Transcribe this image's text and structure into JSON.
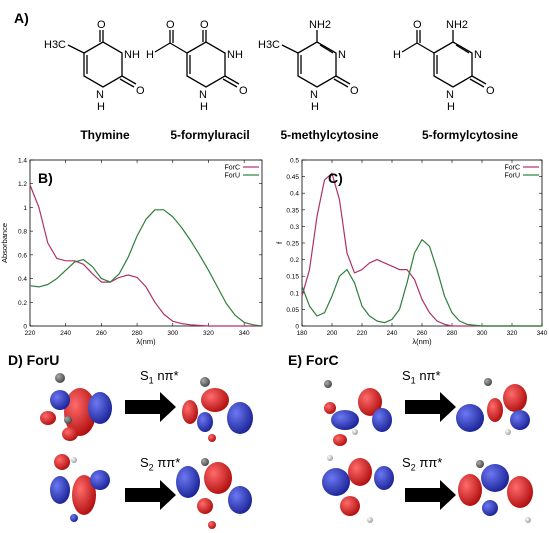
{
  "panels": {
    "A": "A)",
    "B": "B)",
    "C": "C)",
    "D": "D) ForU",
    "E": "E) ForC"
  },
  "molecules": [
    {
      "name": "Thymine"
    },
    {
      "name": "5-formyluracil"
    },
    {
      "name": "5-methylcytosine"
    },
    {
      "name": "5-formylcytosine"
    }
  ],
  "atom_labels": {
    "O": "O",
    "N": "N",
    "NH": "NH",
    "H": "H",
    "H3C": "H3C",
    "NH2": "NH2"
  },
  "orbital_labels": {
    "ForU_S1": {
      "state": "S",
      "sub": "1",
      "trans": "nπ*"
    },
    "ForU_S2": {
      "state": "S",
      "sub": "2",
      "trans": "ππ*"
    },
    "ForC_S1": {
      "state": "S",
      "sub": "1",
      "trans": "nπ*"
    },
    "ForC_S2": {
      "state": "S",
      "sub": "2",
      "trans": "ππ*"
    }
  },
  "colors": {
    "ForC": "#b0306a",
    "ForU": "#2f7f3a",
    "lobe_red": "#d31f1f",
    "lobe_blue": "#2a35c2"
  },
  "chart_data": [
    {
      "type": "line",
      "ylabel": "Absorbance",
      "xlabel": "λ(nm)",
      "xlim": [
        220,
        350
      ],
      "ylim": [
        0,
        1.4
      ],
      "xticks": [
        "220",
        "240",
        "260",
        "280",
        "300",
        "320",
        "340"
      ],
      "yticks": [
        "0",
        "0.2",
        "0.4",
        "0.6",
        "0.8",
        "1",
        "1.2",
        "1.4"
      ],
      "legend": "top-right",
      "series": [
        {
          "name": "ForC",
          "x": [
            220,
            225,
            230,
            235,
            240,
            245,
            250,
            255,
            260,
            265,
            270,
            275,
            280,
            285,
            290,
            295,
            300,
            305,
            310,
            320,
            330,
            340,
            350
          ],
          "values": [
            1.19,
            1.0,
            0.7,
            0.57,
            0.55,
            0.55,
            0.52,
            0.44,
            0.37,
            0.37,
            0.41,
            0.43,
            0.41,
            0.33,
            0.2,
            0.1,
            0.04,
            0.02,
            0.01,
            0,
            0,
            0,
            0
          ]
        },
        {
          "name": "ForU",
          "x": [
            220,
            225,
            230,
            235,
            240,
            245,
            250,
            255,
            260,
            265,
            270,
            275,
            280,
            285,
            290,
            295,
            300,
            305,
            310,
            315,
            320,
            325,
            330,
            335,
            340,
            345,
            350
          ],
          "values": [
            0.34,
            0.33,
            0.35,
            0.4,
            0.47,
            0.54,
            0.56,
            0.5,
            0.4,
            0.37,
            0.44,
            0.58,
            0.76,
            0.9,
            0.98,
            0.98,
            0.92,
            0.83,
            0.72,
            0.6,
            0.47,
            0.33,
            0.19,
            0.09,
            0.03,
            0.01,
            0.0
          ]
        }
      ]
    },
    {
      "type": "line",
      "ylabel": "f",
      "xlabel": "λ(nm)",
      "xlim": [
        180,
        340
      ],
      "ylim": [
        0,
        0.5
      ],
      "xticks": [
        "180",
        "200",
        "220",
        "240",
        "260",
        "280",
        "300",
        "320",
        "340"
      ],
      "yticks": [
        "0",
        "0.05",
        "0.1",
        "0.15",
        "0.2",
        "0.25",
        "0.3",
        "0.35",
        "0.4",
        "0.45",
        "0.5"
      ],
      "legend": "top-right",
      "series": [
        {
          "name": "ForC",
          "x": [
            180,
            185,
            190,
            195,
            200,
            205,
            210,
            215,
            220,
            225,
            230,
            235,
            240,
            245,
            250,
            255,
            260,
            265,
            270,
            275,
            280,
            290,
            300,
            320,
            340
          ],
          "values": [
            0.09,
            0.17,
            0.33,
            0.44,
            0.46,
            0.38,
            0.22,
            0.16,
            0.17,
            0.19,
            0.2,
            0.19,
            0.18,
            0.17,
            0.17,
            0.14,
            0.08,
            0.04,
            0.015,
            0.005,
            0,
            0,
            0,
            0,
            0
          ]
        },
        {
          "name": "ForU",
          "x": [
            180,
            185,
            190,
            195,
            200,
            205,
            210,
            215,
            220,
            225,
            230,
            235,
            240,
            245,
            250,
            255,
            260,
            265,
            270,
            275,
            280,
            285,
            290,
            300,
            320,
            340
          ],
          "values": [
            0.12,
            0.06,
            0.03,
            0.04,
            0.09,
            0.15,
            0.17,
            0.13,
            0.06,
            0.03,
            0.015,
            0.01,
            0.02,
            0.05,
            0.13,
            0.22,
            0.26,
            0.24,
            0.17,
            0.09,
            0.04,
            0.015,
            0.005,
            0,
            0,
            0
          ]
        }
      ]
    }
  ]
}
